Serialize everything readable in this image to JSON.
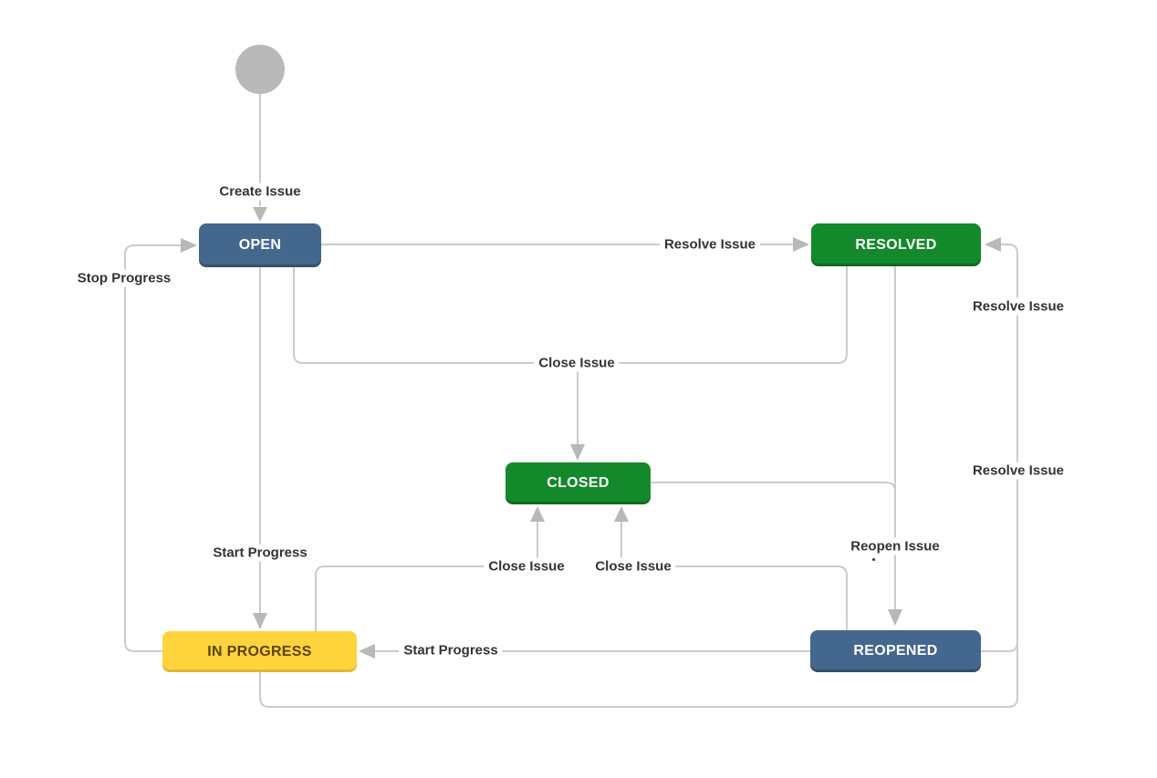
{
  "diagram": {
    "title_hint": "issue-workflow-diagram",
    "colors": {
      "node_blue": "#44678D",
      "node_green": "#14892C",
      "node_yellow": "#FFD33C",
      "yellow_text": "#594300",
      "line": "#CBCBCB",
      "arrowhead": "#B8B8B8",
      "label_text": "#333333",
      "start_circle": "#B9B9B9"
    },
    "nodes": {
      "open": {
        "label": "OPEN"
      },
      "resolved": {
        "label": "RESOLVED"
      },
      "closed": {
        "label": "CLOSED"
      },
      "in_progress": {
        "label": "IN PROGRESS"
      },
      "reopened": {
        "label": "REOPENED"
      }
    },
    "transition_labels": {
      "create_issue": "Create Issue",
      "resolve_issue_open_to_resolved": "Resolve Issue",
      "stop_progress": "Stop Progress",
      "close_issue_shared": "Close Issue",
      "resolve_issue_right_upper": "Resolve Issue",
      "resolve_issue_right_lower": "Resolve Issue",
      "start_progress_open_to_in_progress": "Start Progress",
      "close_issue_from_in_progress": "Close Issue",
      "close_issue_from_reopened": "Close Issue",
      "reopen_issue": "Reopen Issue",
      "start_progress_reopened_to_in_progress": "Start Progress"
    }
  }
}
